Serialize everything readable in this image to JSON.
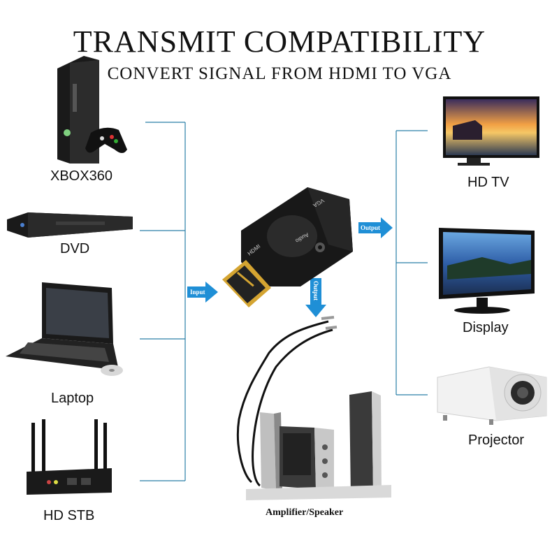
{
  "header": {
    "title": "TRANSMIT COMPATIBILITY",
    "subtitle": "CONVERT SIGNAL FROM HDMI TO VGA"
  },
  "inputs": [
    {
      "label": "XBOX360",
      "icon": "xbox360-console-icon"
    },
    {
      "label": "DVD",
      "icon": "dvd-player-icon"
    },
    {
      "label": "Laptop",
      "icon": "laptop-icon"
    },
    {
      "label": "HD STB",
      "icon": "router-stb-icon"
    }
  ],
  "outputs": [
    {
      "label": "HD TV",
      "icon": "hd-tv-icon"
    },
    {
      "label": "Display",
      "icon": "monitor-display-icon"
    },
    {
      "label": "Projector",
      "icon": "projector-icon"
    }
  ],
  "adapter": {
    "hdmi_text": "HDMI",
    "vga_text": "VGA",
    "audio_text": "Audio"
  },
  "arrows": {
    "input": "Input",
    "output": "Output",
    "audio_output": "Output"
  },
  "audio_device": {
    "label": "Amplifier/Speaker",
    "icon": "speaker-system-icon"
  },
  "colors": {
    "connector_line": "#2a7fa8",
    "arrow": "#1f8fd6"
  }
}
